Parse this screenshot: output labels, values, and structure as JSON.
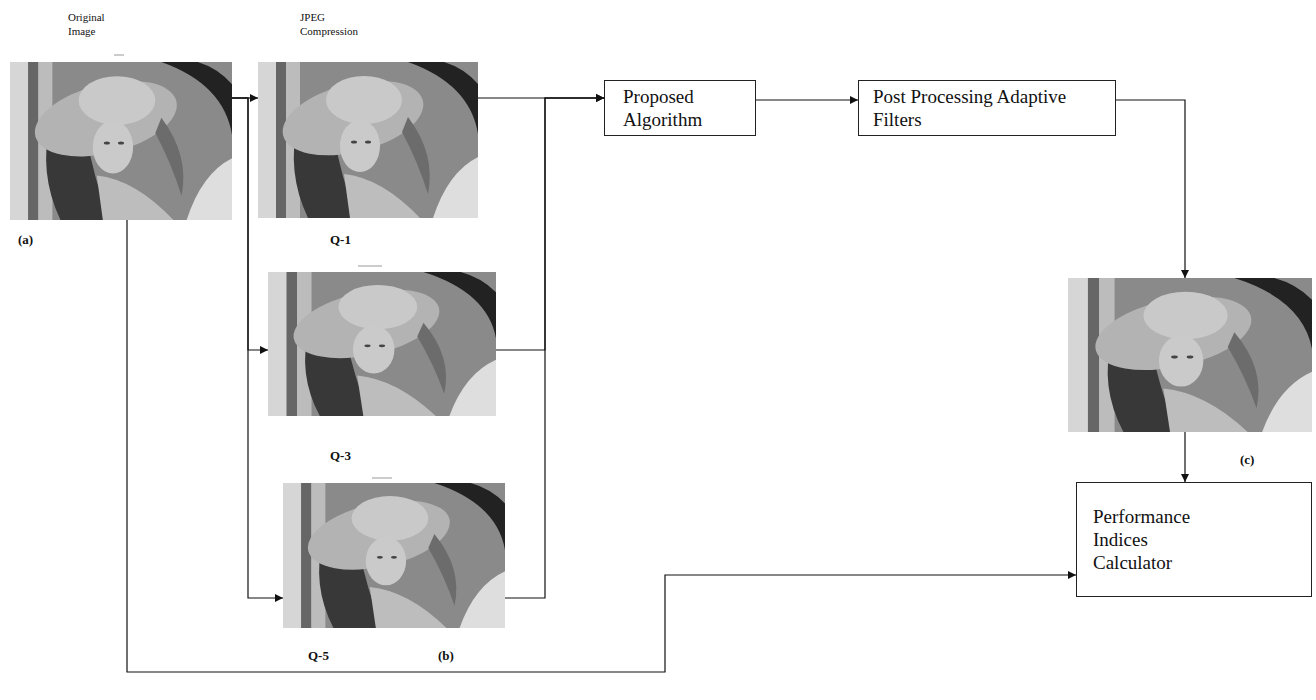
{
  "diagram": {
    "nodes": [
      {
        "text": [
          "Original Image",
          "(a)"
        ]
      },
      {
        "text": [
          "Q-1"
        ]
      },
      {
        "text": [
          "Q-3"
        ]
      },
      {
        "text": [
          "Q-5"
        ]
      },
      {
        "text": [
          "Proposed Algorithm"
        ]
      },
      {
        "text": [
          "Post Processing Adaptive Filters"
        ]
      },
      {
        "text": [
          "(c)"
        ]
      },
      {
        "text": [
          "Performance Indices Calculator"
        ]
      }
    ],
    "edges": [
      {
        "from": 0,
        "to": 1,
        "arrow": "to"
      },
      {
        "from": 0,
        "to": 2,
        "arrow": "to"
      },
      {
        "from": 0,
        "to": 3,
        "arrow": "to"
      },
      {
        "from": 0,
        "to": 7,
        "arrow": "to"
      },
      {
        "from": 1,
        "to": 4,
        "arrow": "to"
      },
      {
        "from": 2,
        "to": 4,
        "arrow": "to"
      },
      {
        "from": 3,
        "to": 4,
        "arrow": "to"
      },
      {
        "from": 4,
        "to": 5,
        "arrow": "to"
      },
      {
        "from": 5,
        "to": 6,
        "arrow": "to"
      },
      {
        "from": 6,
        "to": 7,
        "arrow": "to"
      }
    ],
    "labels": [
      "JPEG Compression",
      "(b)"
    ]
  }
}
